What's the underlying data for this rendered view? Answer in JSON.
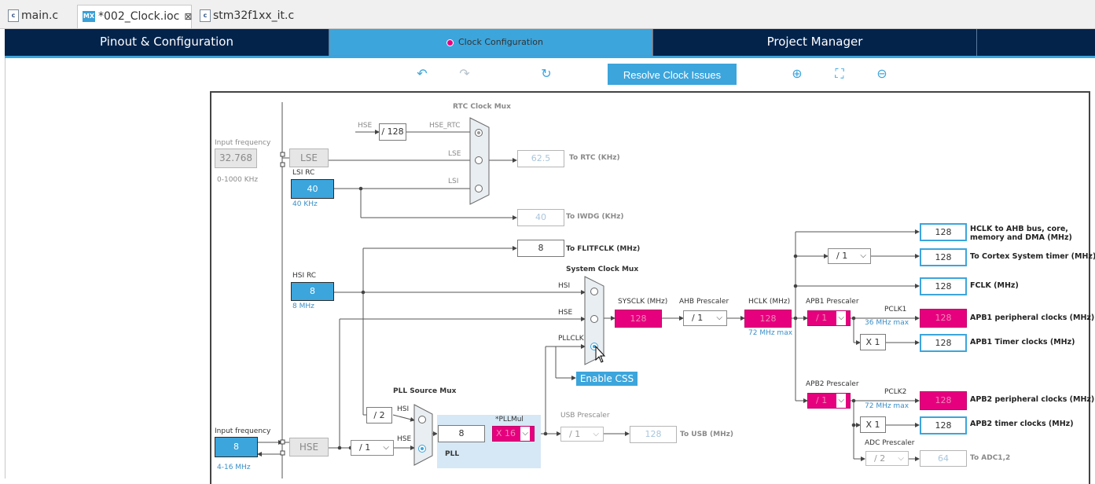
{
  "tabs": {
    "items": [
      {
        "icon": "c-file-icon",
        "label": "main.c"
      },
      {
        "icon": "mx-file-icon",
        "label": "*002_Clock.ioc"
      },
      {
        "icon": "c-file-icon",
        "label": "stm32f1xx_it.c"
      }
    ],
    "active": "*002_Clock.ioc"
  },
  "nav": {
    "pinout": "Pinout & Configuration",
    "clock": "Clock Configuration",
    "project": "Project Manager"
  },
  "toolbar": {
    "resolve": "Resolve Clock Issues",
    "icons": [
      "undo-icon",
      "redo-icon",
      "refresh-icon",
      "zoom-in-icon",
      "fit-screen-icon",
      "zoom-out-icon"
    ]
  },
  "clock": {
    "lse": {
      "input_label": "Input frequency",
      "input_value": "32.768",
      "range": "0-1000 KHz",
      "name": "LSE"
    },
    "lsi": {
      "name": "LSI RC",
      "value": "40",
      "unit": "40 KHz"
    },
    "rtc_mux": {
      "title": "RTC Clock Mux",
      "hse_label": "HSE",
      "hse_div": "/ 128",
      "hse_rtc": "HSE_RTC",
      "lse": "LSE",
      "lsi": "LSI"
    },
    "rtc_out": {
      "value": "62.5",
      "label": "To RTC (KHz)"
    },
    "iwdg_out": {
      "value": "40",
      "label": "To IWDG (KHz)"
    },
    "flitf_out": {
      "value": "8",
      "label": "To FLITFCLK (MHz)"
    },
    "hsi": {
      "name": "HSI RC",
      "value": "8",
      "unit": "8 MHz"
    },
    "sys_mux": {
      "title": "System Clock Mux",
      "hsi": "HSI",
      "hse": "HSE",
      "pllclk": "PLLCLK"
    },
    "sysclk": {
      "label": "SYSCLK (MHz)",
      "value": "128"
    },
    "ahb": {
      "label": "AHB Prescaler",
      "value": "/ 1"
    },
    "hclk": {
      "label": "HCLK (MHz)",
      "value": "128",
      "max": "72 MHz max"
    },
    "apb1": {
      "label": "APB1 Prescaler",
      "value": "/ 1",
      "pclk_label": "PCLK1",
      "pclk_max": "36 MHz max",
      "timer_mul": "X 1"
    },
    "apb2": {
      "label": "APB2 Prescaler",
      "value": "/ 1",
      "pclk_label": "PCLK2",
      "pclk_max": "72 MHz max",
      "timer_mul": "X 1"
    },
    "cortex_div": "/ 1",
    "outputs": [
      {
        "value": "128",
        "label": "HCLK to AHB bus, core,\nmemory and DMA (MHz)"
      },
      {
        "value": "128",
        "label": "To Cortex System timer (MHz)"
      },
      {
        "value": "128",
        "label": "FCLK (MHz)"
      },
      {
        "value": "128",
        "label": "APB1 peripheral clocks (MHz)"
      },
      {
        "value": "128",
        "label": "APB1 Timer clocks (MHz)"
      },
      {
        "value": "128",
        "label": "APB2 peripheral clocks (MHz)"
      },
      {
        "value": "128",
        "label": "APB2 timer clocks (MHz)"
      }
    ],
    "adc": {
      "label": "ADC Prescaler",
      "value": "/ 2",
      "out_value": "64",
      "out_label": "To ADC1,2"
    },
    "enable_css": "Enable CSS",
    "pll_src_mux": {
      "title": "PLL Source Mux",
      "hsi": "HSI",
      "hse": "HSE",
      "hsi_div": "/ 2"
    },
    "pll": {
      "label": "PLL",
      "input": "8",
      "mul_label": "*PLLMul",
      "mul_value": "X 16"
    },
    "usb": {
      "label": "USB Prescaler",
      "value": "/ 1",
      "out_value": "128",
      "out_label": "To USB (MHz)"
    },
    "hse": {
      "input_label": "Input frequency",
      "input_value": "8",
      "range": "4-16 MHz",
      "name": "HSE",
      "div": "/ 1"
    }
  }
}
